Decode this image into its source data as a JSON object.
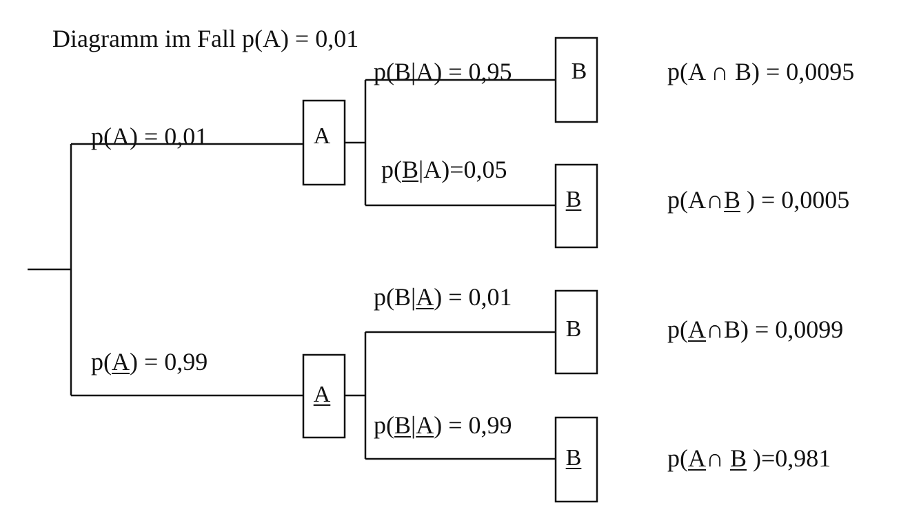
{
  "title": "Diagramm im Fall p(A) = 0,01",
  "branches_level1": [
    {
      "parts": [
        [
          "p(",
          false
        ],
        [
          "A",
          false
        ],
        [
          ") = 0,01",
          false
        ]
      ]
    },
    {
      "parts": [
        [
          "p(",
          false
        ],
        [
          "A",
          true
        ],
        [
          ") =  0,99",
          false
        ]
      ]
    }
  ],
  "nodes_level1": [
    {
      "parts": [
        [
          "A",
          false
        ]
      ]
    },
    {
      "parts": [
        [
          "A",
          true
        ]
      ]
    }
  ],
  "branches_level2": [
    {
      "parts": [
        [
          "p(B|A) = 0,95",
          false
        ]
      ]
    },
    {
      "parts": [
        [
          "p(",
          false
        ],
        [
          "B",
          true
        ],
        [
          "|A)=0,05",
          false
        ]
      ]
    },
    {
      "parts": [
        [
          "p(B|",
          false
        ],
        [
          "A",
          true
        ],
        [
          ") = 0,01",
          false
        ]
      ]
    },
    {
      "parts": [
        [
          "p(",
          false
        ],
        [
          "B",
          true
        ],
        [
          "|",
          false
        ],
        [
          "A",
          true
        ],
        [
          ") = 0,99",
          false
        ]
      ]
    }
  ],
  "nodes_level2": [
    {
      "parts": [
        [
          "B",
          false
        ]
      ]
    },
    {
      "parts": [
        [
          "B",
          true
        ]
      ]
    },
    {
      "parts": [
        [
          "B",
          false
        ]
      ]
    },
    {
      "parts": [
        [
          "B",
          true
        ]
      ]
    }
  ],
  "outcomes": [
    {
      "parts": [
        [
          "p(A ∩ B) = 0,0095",
          false
        ]
      ]
    },
    {
      "parts": [
        [
          "p(A∩",
          false
        ],
        [
          "B",
          true
        ],
        [
          " ) = 0,0005",
          false
        ]
      ]
    },
    {
      "parts": [
        [
          "p(",
          false
        ],
        [
          "A",
          true
        ],
        [
          "∩B) = 0,0099",
          false
        ]
      ]
    },
    {
      "parts": [
        [
          "p(",
          false
        ],
        [
          "A",
          true
        ],
        [
          "∩ ",
          false
        ],
        [
          "B",
          true
        ],
        [
          " )=0,981",
          false
        ]
      ]
    }
  ]
}
